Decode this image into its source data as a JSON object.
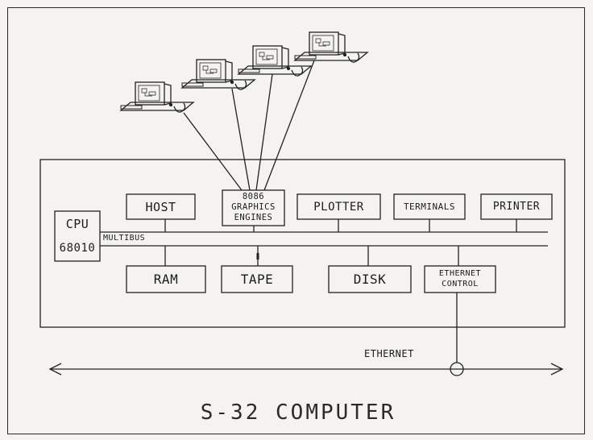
{
  "diagram": {
    "title": "S-32 COMPUTER",
    "bus_label": "MULTIBUS",
    "network_label": "ETHERNET",
    "cpu": {
      "line1": "CPU",
      "line2": "68010"
    },
    "top_modules": {
      "host": "HOST",
      "graphics": {
        "line1": "8086",
        "line2": "GRAPHICS",
        "line3": "ENGINES"
      },
      "plotter": "PLOTTER",
      "terminals": "TERMINALS",
      "printer": "PRINTER"
    },
    "bottom_modules": {
      "ram": "RAM",
      "tape": "TAPE",
      "disk": "DISK",
      "ethernet_control": {
        "line1": "ETHERNET",
        "line2": "CONTROL"
      }
    },
    "workstation_count": 4
  }
}
